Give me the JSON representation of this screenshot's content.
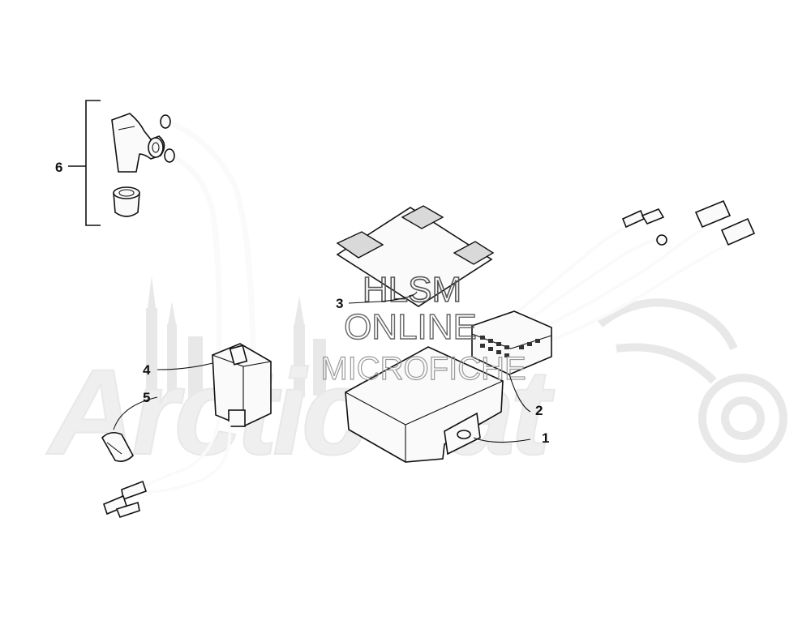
{
  "watermark": {
    "brand": "ArcticCat",
    "line1": "HLSM",
    "line2": "ONLINE",
    "line3": "MICROFICHE"
  },
  "callouts": [
    {
      "id": "1",
      "label": "1"
    },
    {
      "id": "2",
      "label": "2"
    },
    {
      "id": "3",
      "label": "3"
    },
    {
      "id": "4",
      "label": "4"
    },
    {
      "id": "5",
      "label": "5"
    },
    {
      "id": "6",
      "label": "6"
    }
  ]
}
